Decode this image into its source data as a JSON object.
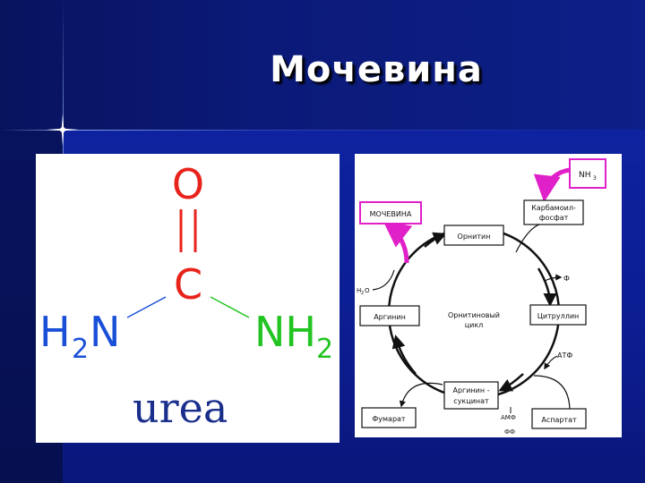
{
  "slide": {
    "title": "Мочевина"
  },
  "structure": {
    "atom_o": "O",
    "atom_c": "C",
    "h2n_h": "H",
    "h2n_sub": "2",
    "h2n_n": "N",
    "nh2_nh": "NH",
    "nh2_sub": "2",
    "caption": "urea",
    "colors": {
      "oxygen": "#e8231b",
      "carbon": "#e8231b",
      "left_amine": "#1a4fd8",
      "right_amine": "#22c422",
      "caption": "#1a2f8c"
    }
  },
  "cycle": {
    "nh3_main": "NH",
    "nh3_sub": "3",
    "carbamoyl_line1": "Карбамоил-",
    "carbamoyl_line2": "фосфат",
    "urea_label": "МОЧЕВИНА",
    "ornithine": "Орнитин",
    "phosphate": "Ф",
    "h2o_h": "H",
    "h2o_sub": "2",
    "h2o_o": "O",
    "center_line1": "Орнитиновый",
    "center_line2": "цикл",
    "arginine": "Аргинин",
    "citrulline": "Цитруллин",
    "atp": "АТФ",
    "argsucc_line1": "Аргинин -",
    "argsucc_line2": "сукцинат",
    "fumarate": "Фумарат",
    "amp": "АМФ",
    "pp": "ФФ",
    "aspartate": "Аспартат",
    "colors": {
      "highlight": "#e020c8",
      "ink": "#111111"
    }
  }
}
